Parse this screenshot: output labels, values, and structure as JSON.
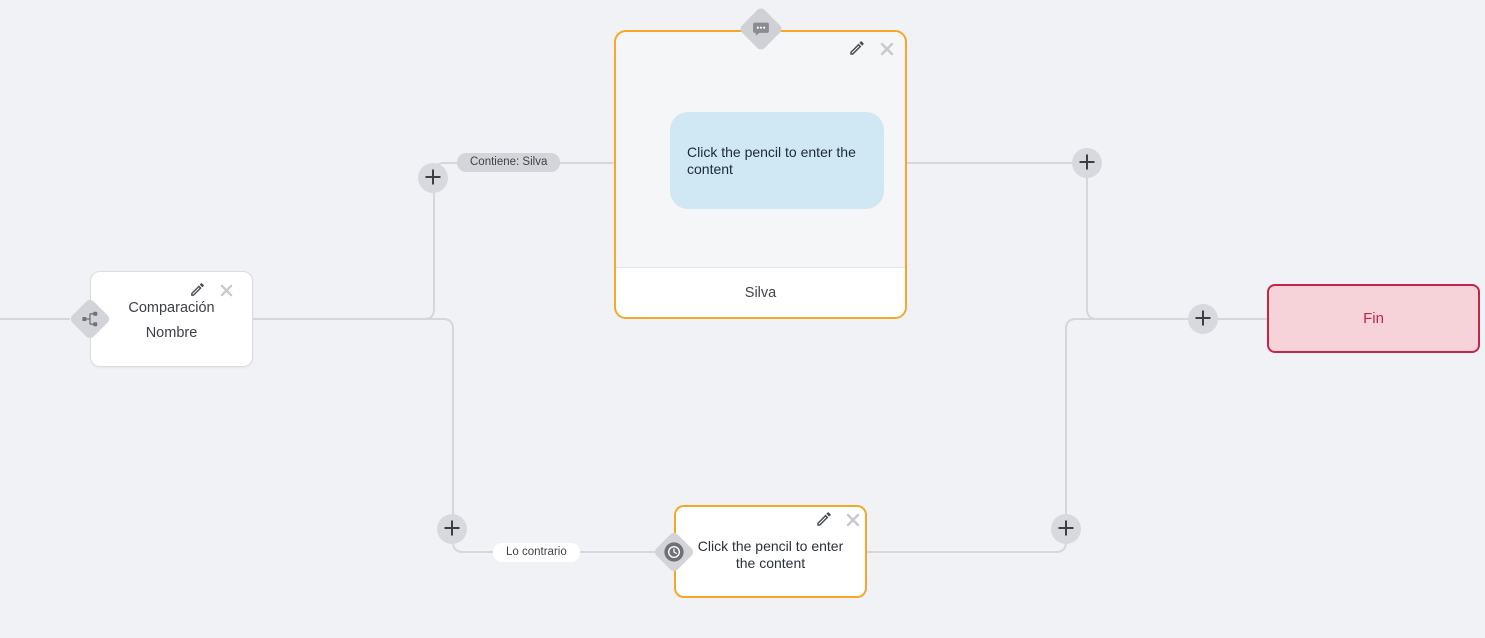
{
  "canvas": {
    "background_color": "#f1f2f5",
    "edge_color": "#d5d7dc"
  },
  "edge_labels": {
    "contains": "Contiene: Silva",
    "otherwise": "Lo contrario"
  },
  "nodes": {
    "condition": {
      "line1": "Comparación",
      "line2": "Nombre",
      "type_icon": "sitemap-icon"
    },
    "message": {
      "content": "Click the pencil to enter the content",
      "footer": "Silva",
      "type_icon": "chat-bubble-icon",
      "bubble_color": "#cfe8f4",
      "border_color": "#f7a62b"
    },
    "action": {
      "content": "Click the pencil to enter the content",
      "type_icon": "clock-icon",
      "border_color": "#f7a62b"
    },
    "end": {
      "label": "Fin",
      "fill_color": "#f5d3d9",
      "border_color": "#c22747"
    }
  },
  "buttons": {
    "add_icon": "plus-icon",
    "edit_icon": "pencil-icon",
    "delete_icon": "close-icon"
  }
}
